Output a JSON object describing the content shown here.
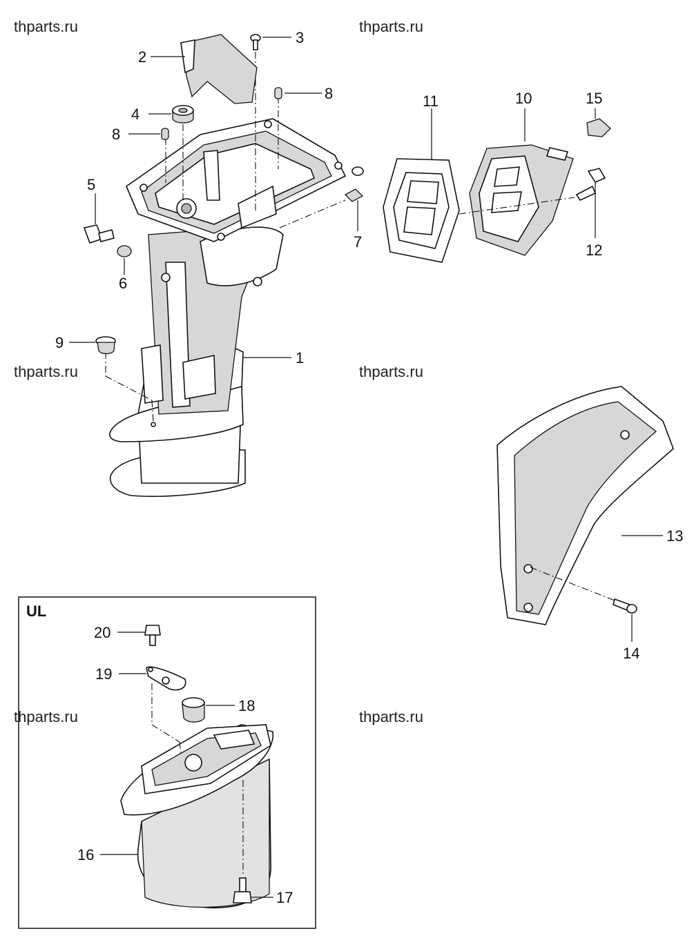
{
  "watermarks": [
    "thparts.ru",
    "thparts.ru",
    "thparts.ru",
    "thparts.ru",
    "thparts.ru",
    "thparts.ru"
  ],
  "inset": {
    "title": "UL"
  },
  "callouts": [
    "1",
    "2",
    "3",
    "4",
    "5",
    "6",
    "7",
    "8",
    "8",
    "9",
    "10",
    "11",
    "12",
    "13",
    "14",
    "15",
    "16",
    "17",
    "18",
    "19",
    "20"
  ],
  "colors": {
    "line": "#111111",
    "shade": "#d7d7d7",
    "dark": "#b5b5b5"
  }
}
